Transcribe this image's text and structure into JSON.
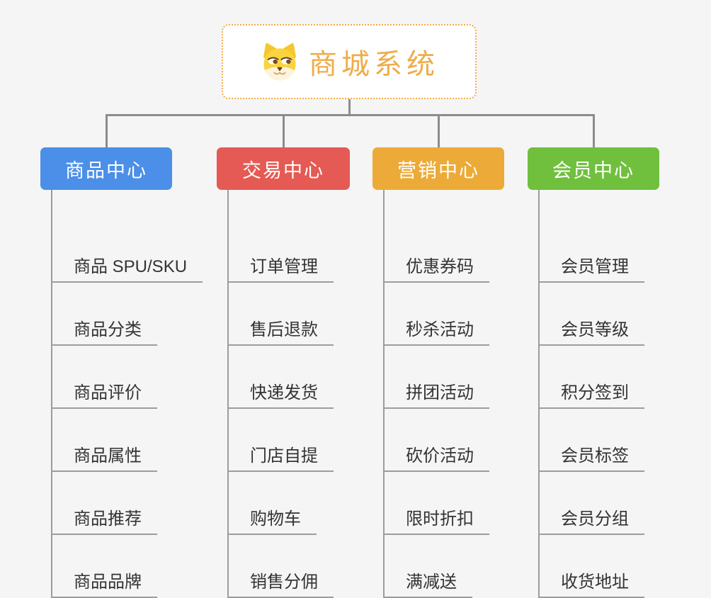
{
  "page": {
    "background_color": "#f5f5f6",
    "connector_color": "#8c8c8c",
    "leaf_line_color": "#9c9c9c",
    "leaf_text_color": "#333333"
  },
  "root": {
    "title": "商城系统",
    "icon": "doge-icon",
    "text_color": "#efac4a",
    "border_color": "#f2ab45",
    "background_color": "#ffffff"
  },
  "branches": [
    {
      "label": "商品中心",
      "color": "#4b8fe8",
      "children": [
        "商品 SPU/SKU",
        "商品分类",
        "商品评价",
        "商品属性",
        "商品推荐",
        "商品品牌"
      ]
    },
    {
      "label": "交易中心",
      "color": "#e55a54",
      "children": [
        "订单管理",
        "售后退款",
        "快递发货",
        "门店自提",
        "购物车",
        "销售分佣"
      ]
    },
    {
      "label": "营销中心",
      "color": "#ecab38",
      "children": [
        "优惠券码",
        "秒杀活动",
        "拼团活动",
        "砍价活动",
        "限时折扣",
        "满减送"
      ]
    },
    {
      "label": "会员中心",
      "color": "#70c03e",
      "children": [
        "会员管理",
        "会员等级",
        "积分签到",
        "会员标签",
        "会员分组",
        "收货地址"
      ]
    }
  ]
}
